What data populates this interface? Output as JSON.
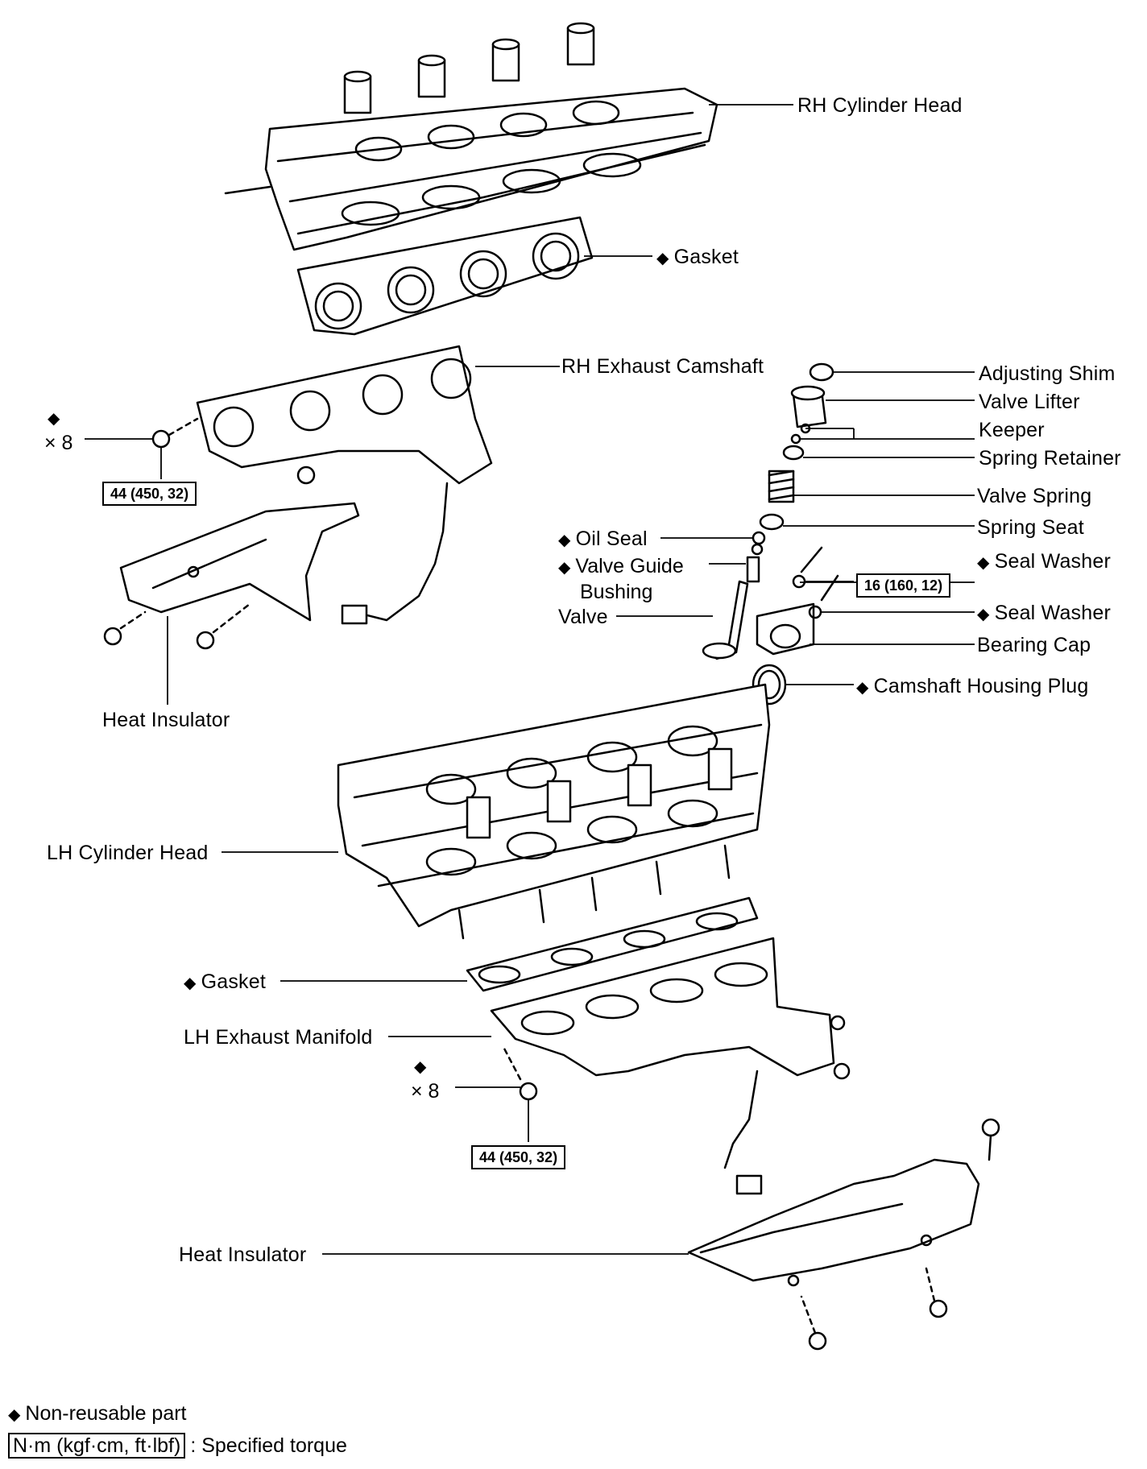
{
  "diagram": {
    "labels": {
      "rh_cylinder_head": "RH Cylinder Head",
      "rh_gasket": "Gasket",
      "rh_exhaust_camshaft": "RH Exhaust Camshaft",
      "adjusting_shim": "Adjusting Shim",
      "valve_lifter": "Valve Lifter",
      "keeper": "Keeper",
      "spring_retainer": "Spring Retainer",
      "valve_spring": "Valve Spring",
      "spring_seat": "Spring Seat",
      "oil_seal": "Oil Seal",
      "seal_washer_upper": "Seal Washer",
      "valve_guide_bushing_line1": "Valve Guide",
      "valve_guide_bushing_line2": "Bushing",
      "valve": "Valve",
      "seal_washer_lower": "Seal Washer",
      "bearing_cap": "Bearing Cap",
      "camshaft_housing_plug": "Camshaft Housing Plug",
      "heat_insulator_rh": "Heat Insulator",
      "lh_cylinder_head": "LH Cylinder Head",
      "lh_gasket": "Gasket",
      "lh_exhaust_manifold": "LH Exhaust Manifold",
      "heat_insulator_lh": "Heat Insulator",
      "qty_upper": "× 8",
      "qty_lower": "× 8"
    },
    "torque": {
      "rh_manifold_nut": "44 (450, 32)",
      "bearing_cap_bolt": "16 (160, 12)",
      "lh_manifold_nut": "44 (450, 32)"
    },
    "symbol": "◆"
  },
  "legend": {
    "non_reusable_symbol": "◆",
    "non_reusable_text": "Non-reusable part",
    "torque_unit": "N·m (kgf·cm, ft·lbf)",
    "torque_text": ": Specified torque"
  }
}
